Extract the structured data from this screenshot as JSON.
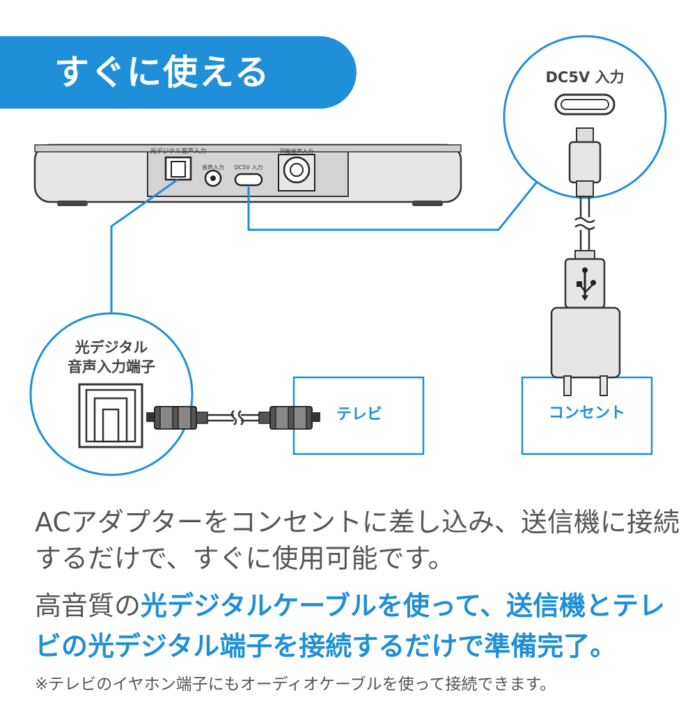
{
  "banner": {
    "title": "すぐに使える"
  },
  "device": {
    "port_labels": {
      "optical": "光デジタル音声入力",
      "audio": "音声入力",
      "dc": "DC5V 入力",
      "sync": "同軸音声入力"
    }
  },
  "callouts": {
    "dc_input": "DC5V 入力",
    "optical_line1": "光デジタル",
    "optical_line2": "音声入力端子"
  },
  "targets": {
    "tv": "テレビ",
    "outlet": "コンセント"
  },
  "colors": {
    "accent": "#1e8fd8",
    "body_text": "#555555",
    "device_gray": "#d9d9d9"
  },
  "text": {
    "line1": "ACアダプターをコンセントに差し込み、送信機に接続",
    "line2": "するだけで、すぐに使用可能です。",
    "line3_prefix": "高音質の",
    "line3_highlight": "光デジタルケーブルを使って、送信機とテレ",
    "line4": "ビの光デジタル端子を接続するだけで準備完了。",
    "note": "※テレビのイヤホン端子にもオーディオケーブルを使って接続できます。"
  }
}
